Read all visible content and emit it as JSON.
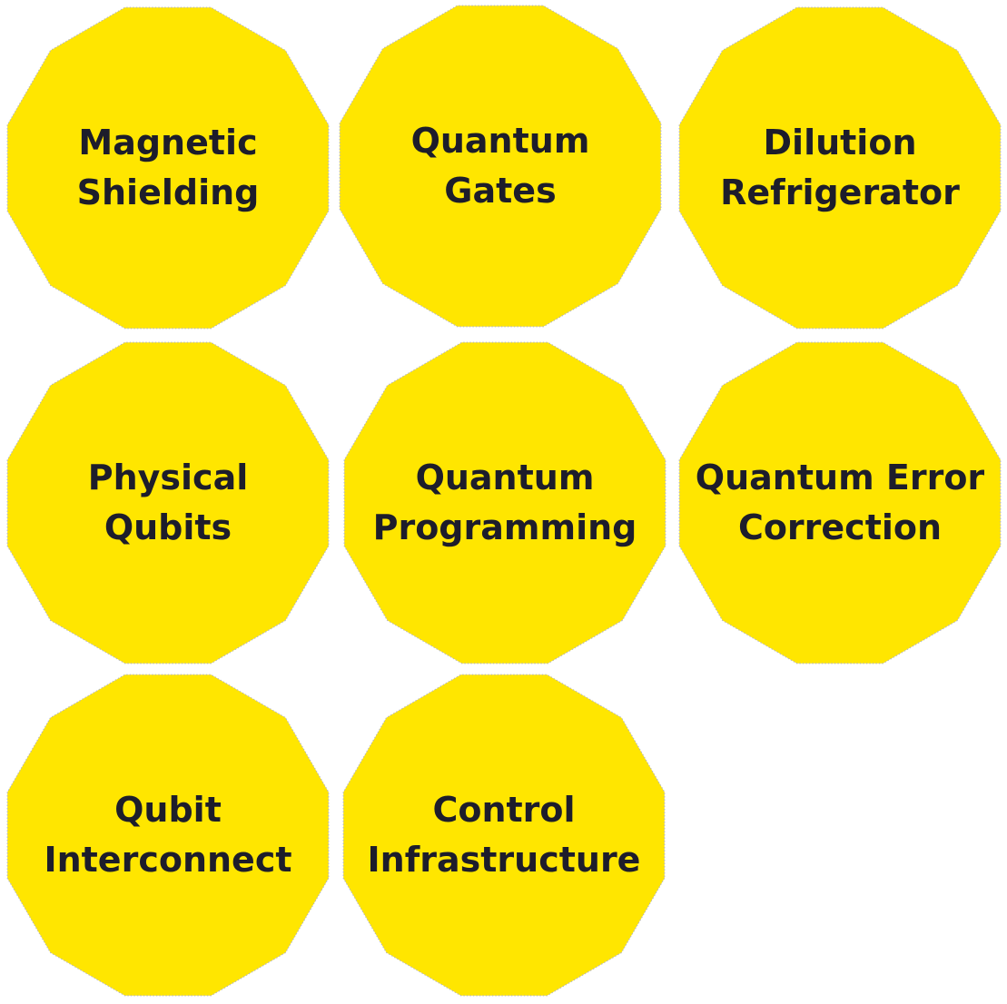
{
  "colors": {
    "fill": "#ffe600",
    "outline": "#b9b9bc",
    "text": "#1d1d2b",
    "background": "#ffffff"
  },
  "shape": "dodecagon",
  "nodes": [
    {
      "line1": "Magnetic",
      "line2": "Shielding"
    },
    {
      "line1": "Quantum",
      "line2": "Gates"
    },
    {
      "line1": "Dilution",
      "line2": "Refrigerator"
    },
    {
      "line1": "Physical",
      "line2": "Qubits"
    },
    {
      "line1": "Quantum",
      "line2": "Programming"
    },
    {
      "line1": "Quantum Error",
      "line2": "Correction"
    },
    {
      "line1": "Qubit",
      "line2": "Interconnect"
    },
    {
      "line1": "Control",
      "line2": "Infrastructure"
    }
  ]
}
